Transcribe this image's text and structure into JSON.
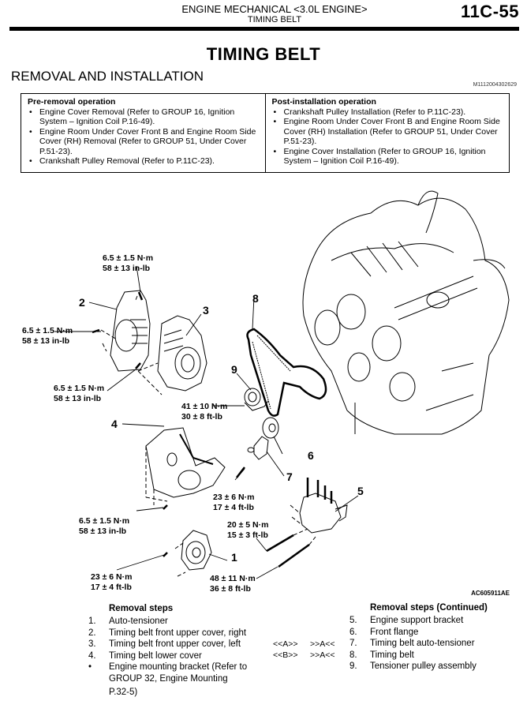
{
  "header": {
    "section": "ENGINE MECHANICAL <3.0L ENGINE>",
    "subsection": "TIMING BELT",
    "page_number": "11C-55"
  },
  "title": "TIMING BELT",
  "section_title": "REMOVAL AND INSTALLATION",
  "doc_id": "M1112004302629",
  "pre_removal": {
    "heading": "Pre-removal operation",
    "items": [
      "Engine Cover Removal (Refer to GROUP 16, Ignition System – Ignition Coil P.16-49).",
      "Engine Room Under Cover Front B and Engine Room Side Cover (RH) Removal (Refer to GROUP 51, Under Cover P.51-23).",
      "Crankshaft Pulley Removal (Refer to P.11C-23)."
    ]
  },
  "post_installation": {
    "heading": "Post-installation operation",
    "items": [
      "Crankshaft Pulley Installation (Refer to P.11C-23).",
      "Engine Room Under Cover Front B and Engine Room Side Cover (RH) Installation (Refer to GROUP 51, Under Cover P.51-23).",
      "Engine Cover Installation (Refer to GROUP 16, Ignition System – Ignition Coil P.16-49)."
    ]
  },
  "diagram": {
    "figure_id": "AC605911AE",
    "callouts": [
      "1",
      "2",
      "3",
      "4",
      "5",
      "6",
      "7",
      "8",
      "9"
    ],
    "torques": {
      "t_top": {
        "nm": "6.5 ± 1.5 N·m",
        "imp": "58 ± 13 in-lb"
      },
      "t_left": {
        "nm": "6.5 ± 1.5 N·m",
        "imp": "58 ± 13 in-lb"
      },
      "t_mid": {
        "nm": "6.5 ± 1.5 N·m",
        "imp": "58 ± 13 in-lb"
      },
      "t_pulley": {
        "nm": "41 ± 10 N·m",
        "imp": "30 ± 8 ft-lb"
      },
      "t_tens": {
        "nm": "23 ± 6 N·m",
        "imp": "17 ± 4 ft-lb"
      },
      "t_lower": {
        "nm": "6.5 ± 1.5 N·m",
        "imp": "58 ± 13 in-lb"
      },
      "t_bracket": {
        "nm": "20 ± 5 N·m",
        "imp": "15 ± 3 ft-lb"
      },
      "t_auto": {
        "nm": "23 ± 6 N·m",
        "imp": "17 ± 4 ft-lb"
      },
      "t_support": {
        "nm": "48 ± 11 N·m",
        "imp": "36 ± 8 ft-lb"
      }
    }
  },
  "removal_steps": {
    "heading": "Removal steps",
    "items": [
      {
        "num": "1.",
        "text": "Auto-tensioner"
      },
      {
        "num": "2.",
        "text": "Timing belt front upper cover, right"
      },
      {
        "num": "3.",
        "text": "Timing belt front upper cover, left"
      },
      {
        "num": "4.",
        "text": "Timing belt lower cover"
      },
      {
        "num": "•",
        "text": "Engine mounting bracket (Refer to",
        "cont": [
          "GROUP 32, Engine Mounting",
          "P.32-5)"
        ]
      }
    ]
  },
  "removal_steps_cont": {
    "heading": "Removal steps (Continued)",
    "items": [
      {
        "num": "5.",
        "text": "Engine support bracket",
        "rem": "",
        "inst": ""
      },
      {
        "num": "6.",
        "text": "Front flange",
        "rem": "",
        "inst": ""
      },
      {
        "num": "7.",
        "text": "Timing belt auto-tensioner",
        "rem": "<<A>>",
        "inst": ">>A<<"
      },
      {
        "num": "8.",
        "text": "Timing belt",
        "rem": "<<B>>",
        "inst": ">>A<<"
      },
      {
        "num": "9.",
        "text": "Tensioner pulley assembly",
        "rem": "",
        "inst": ""
      }
    ]
  }
}
